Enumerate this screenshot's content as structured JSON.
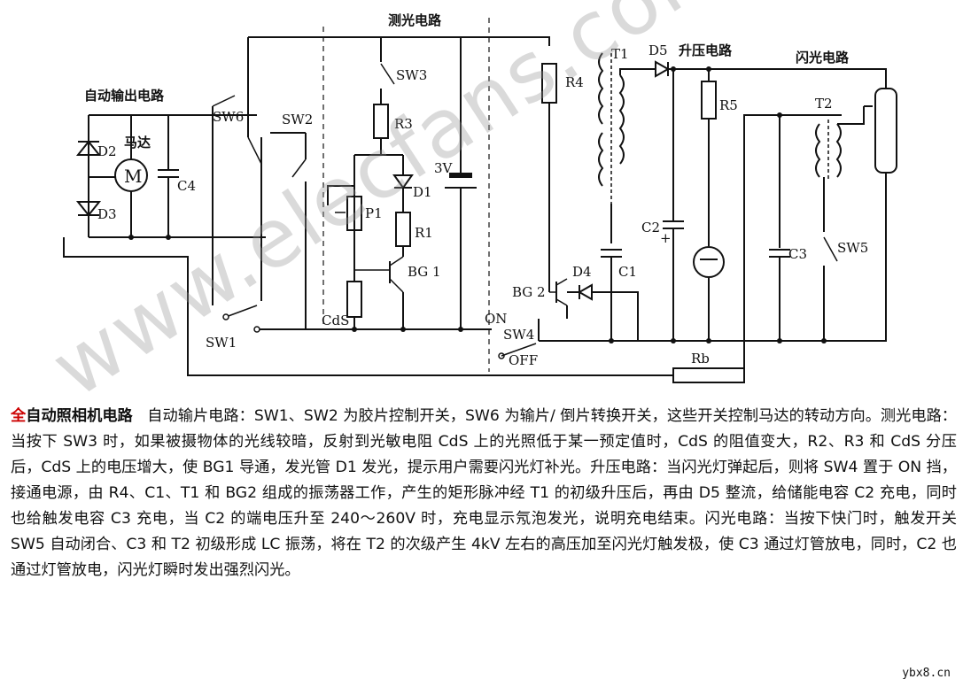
{
  "sections": {
    "auto_output": "自动输出电路",
    "metering": "测光电路",
    "boost": "升压电路",
    "flash": "闪光电路"
  },
  "components": {
    "D2": "D2",
    "D3": "D3",
    "motor_symbol": "M",
    "motor_label": "马达",
    "C4": "C4",
    "SW6": "SW6",
    "SW2": "SW2",
    "SW1": "SW1",
    "SW3": "SW3",
    "R3": "R3",
    "P1": "P1",
    "D1": "D1",
    "R1": "R1",
    "BG1": "BG 1",
    "CdS": "CdS",
    "battery": "3V",
    "R4": "R4",
    "T1": "T1",
    "D5": "D5",
    "R5": "R5",
    "T2": "T2",
    "C2": "C2",
    "C2_plus": "+",
    "C3": "C3",
    "SW5": "SW5",
    "BG2": "BG 2",
    "D4": "D4",
    "C1": "C1",
    "ON": "ON",
    "SW4": "SW4",
    "OFF": "OFF",
    "Rb": "Rb"
  },
  "watermark": "www.elecfans.com",
  "description": {
    "title": "全自动照相机电路",
    "body": "自动输片电路：SW1、SW2 为胶片控制开关，SW6 为输片/ 倒片转换开关，这些开关控制马达的转动方向。测光电路：当按下 SW3 时，如果被摄物体的光线较暗，反射到光敏电阻 CdS 上的光照低于某一预定值时，CdS 的阻值变大，R2、R3 和 CdS 分压后，CdS 上的电压增大，使 BG1 导通，发光管 D1 发光，提示用户需要闪光灯补光。升压电路：当闪光灯弹起后，则将 SW4 置于 ON 挡，接通电源，由 R4、C1、T1 和 BG2 组成的振荡器工作，产生的矩形脉冲经 T1 的初级升压后，再由 D5 整流，给储能电容 C2 充电，同时也给触发电容 C3 充电，当 C2 的端电压升至 240～260V 时，充电显示氖泡发光，说明充电结束。闪光电路：当按下快门时，触发开关 SW5 自动闭合、C3 和 T2 初级形成 LC 振荡，将在 T2 的次级产生 4kV 左右的高压加至闪光灯触发极，使 C3 通过灯管放电，同时，C2 也通过灯管放电，闪光灯瞬时发出强烈闪光。"
  },
  "site": "ybx8.cn"
}
